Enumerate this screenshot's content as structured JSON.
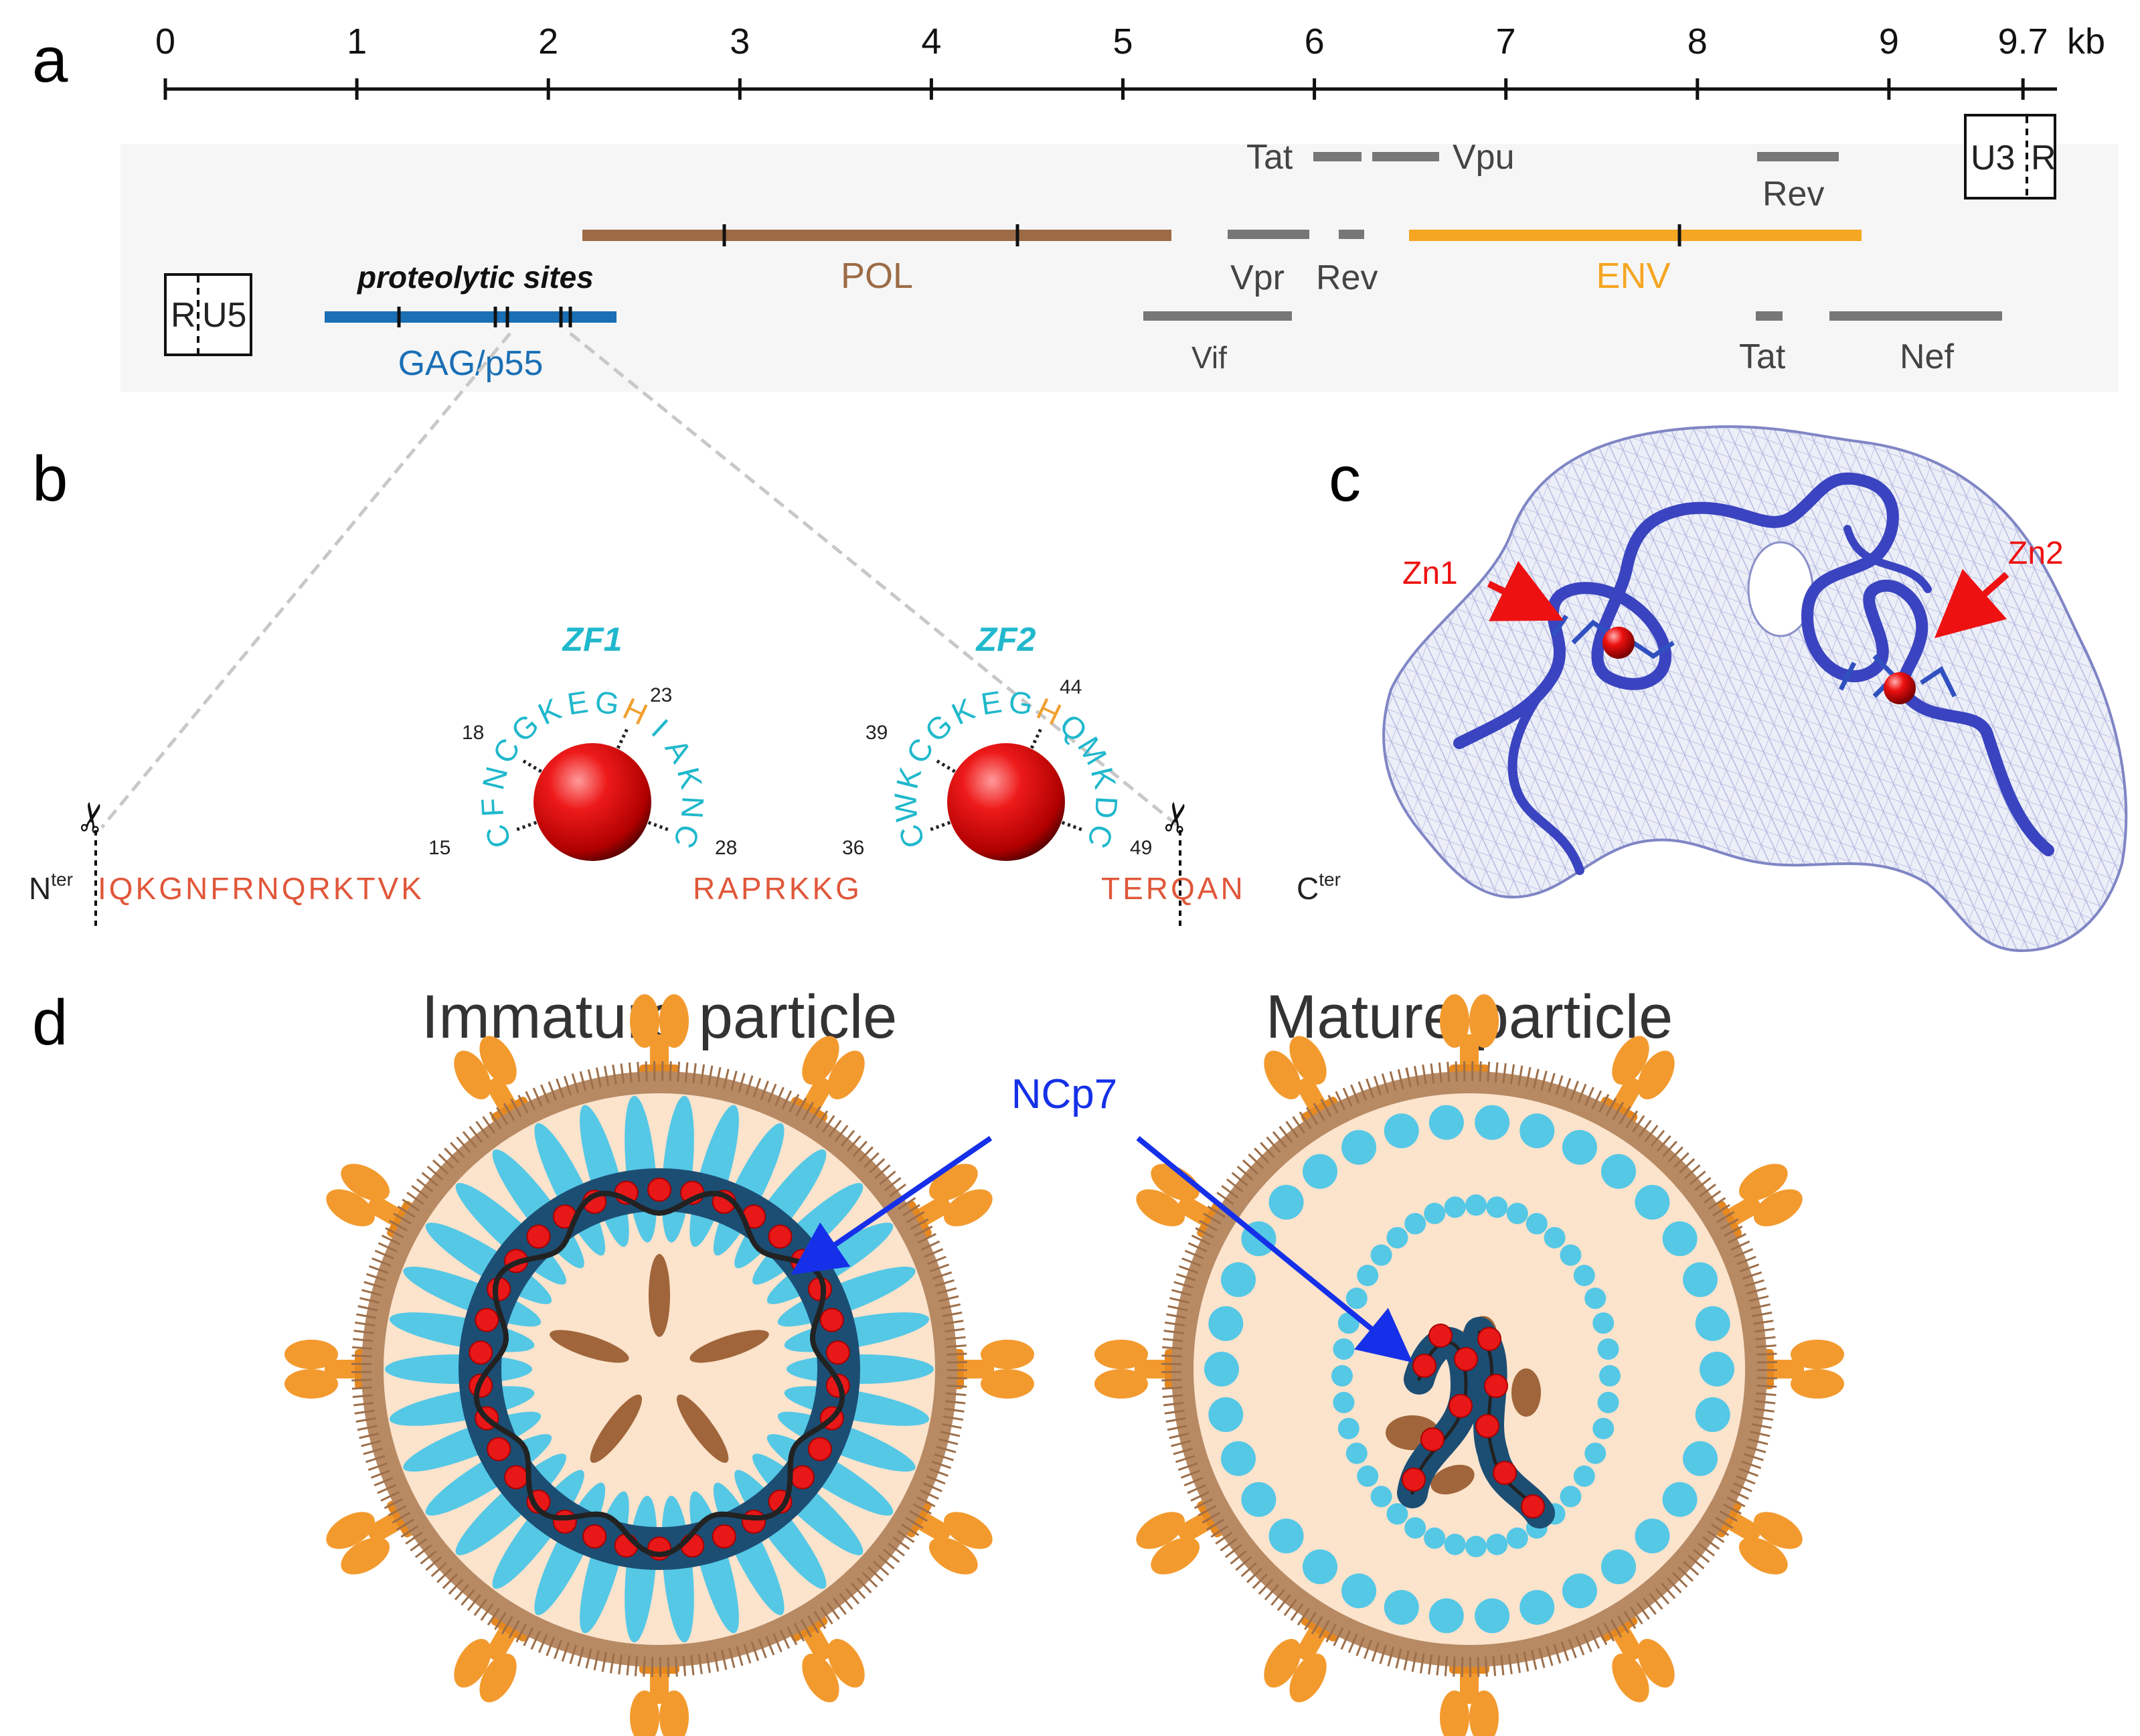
{
  "panel_labels": {
    "a": "a",
    "b": "b",
    "c": "c",
    "d": "d"
  },
  "genome_axis": {
    "ticks": [
      "0",
      "1",
      "2",
      "3",
      "4",
      "5",
      "6",
      "7",
      "8",
      "9",
      "9.7"
    ],
    "unit": "kb"
  },
  "ltr_left": {
    "r": "R",
    "u5": "U5"
  },
  "ltr_right": {
    "u3": "U3",
    "r": "R"
  },
  "genes": {
    "proteolytic_sites": "proteolytic sites",
    "gag": "GAG/p55",
    "pol": "POL",
    "env": "ENV",
    "tat_top": "Tat",
    "vpu": "Vpu",
    "rev_top": "Rev",
    "vpr": "Vpr",
    "rev_mid": "Rev",
    "vif": "Vif",
    "tat_bottom": "Tat",
    "nef": "Nef"
  },
  "sequence": {
    "n_term_base": "N",
    "n_term_sup": "ter",
    "c_term_base": "C",
    "c_term_sup": "ter",
    "segment_1": "IQKGNFRNQRKTVK",
    "segment_2": "RAPRKKG",
    "segment_3": "TERQAN",
    "zf1_label": "ZF1",
    "zf2_label": "ZF2",
    "zf1_letters": [
      "C",
      "F",
      "N",
      "C",
      "G",
      "K",
      "E",
      "G",
      "H",
      "I",
      "A",
      "K",
      "N",
      "C"
    ],
    "zf2_letters": [
      "C",
      "W",
      "K",
      "C",
      "G",
      "K",
      "E",
      "G",
      "H",
      "Q",
      "M",
      "K",
      "D",
      "C"
    ],
    "zf1_numbers": {
      "n15": "15",
      "n18": "18",
      "n23": "23",
      "n28": "28"
    },
    "zf2_numbers": {
      "n36": "36",
      "n39": "39",
      "n44": "44",
      "n49": "49"
    }
  },
  "structure": {
    "zn1": "Zn1",
    "zn2": "Zn2"
  },
  "particles": {
    "immature": "Immature particle",
    "mature": "Mature particle",
    "ncp7": "NCp7"
  },
  "colors": {
    "gag_blue": "#1a6fb5",
    "pol_brown": "#9c6b45",
    "env_orange": "#f5a623",
    "accessory_grey": "#777777",
    "seq_red": "#e0573a",
    "seq_cyan": "#20b8cc",
    "histidine_orange": "#f0a030",
    "zinc_red": "#e01010",
    "spike_orange": "#f39a2e",
    "capsid_cyan": "#55c8e6",
    "ncp7_arrow_blue": "#1530e8"
  }
}
